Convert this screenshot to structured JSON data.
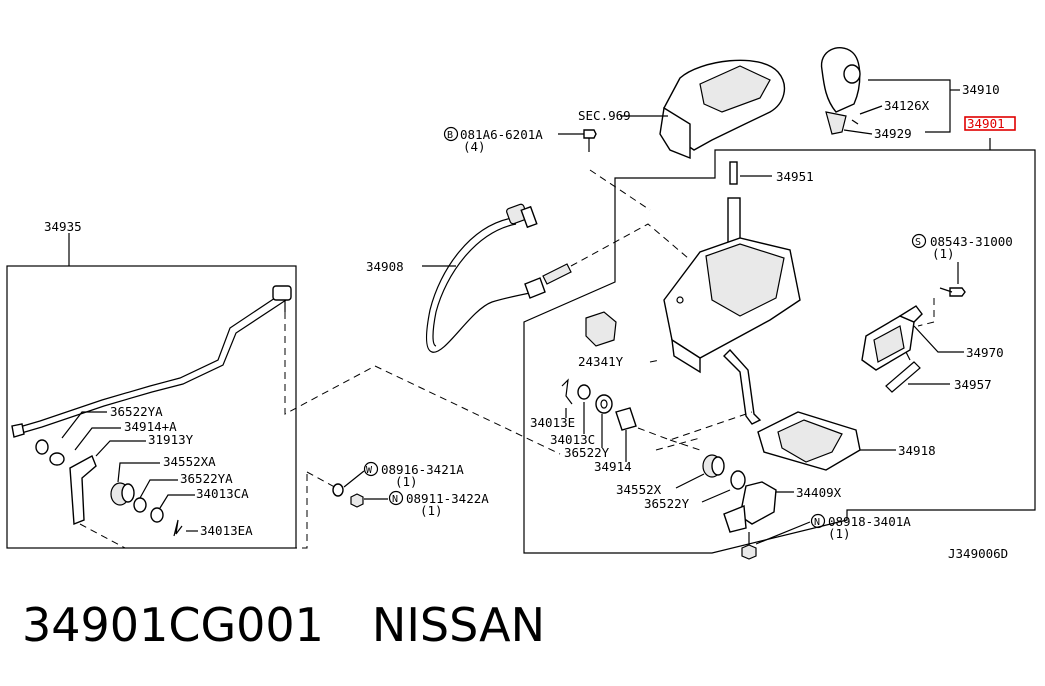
{
  "caption": {
    "part_number": "34901CG001",
    "brand": "NISSAN"
  },
  "diagram_id": "J349006D",
  "highlight_color": "#e00000",
  "callouts": {
    "c34935": "34935",
    "c36522YA_a": "36522YA",
    "c34914A": "34914+A",
    "c31913Y": "31913Y",
    "c34552XA": "34552XA",
    "c36522YA_b": "36522YA",
    "c34013CA": "34013CA",
    "c34013EA": "34013EA",
    "c08916": "08916-3421A",
    "c08916_q": "(1)",
    "c08911": "08911-3422A",
    "c08911_q": "(1)",
    "c34908": "34908",
    "c081A6": "081A6-6201A",
    "c081A6_q": "(4)",
    "cSEC969": "SEC.969",
    "c34910": "34910",
    "c34126X": "34126X",
    "c34929": "34929",
    "c34901_hl": "34901",
    "c34951": "34951",
    "c08543": "08543-31000",
    "c08543_q": "(1)",
    "c34970": "34970",
    "c34957": "34957",
    "c24341Y": "24341Y",
    "c34013E": "34013E",
    "c34013C": "34013C",
    "c36522Y_a": "36522Y",
    "c34914": "34914",
    "c34918": "34918",
    "c34552X": "34552X",
    "c36522Y_b": "36522Y",
    "c34409X": "34409X",
    "c08918": "08918-3401A",
    "c08918_q": "(1)"
  },
  "symbols": {
    "B": "B",
    "W": "W",
    "N1": "N",
    "S": "S",
    "N2": "N"
  }
}
